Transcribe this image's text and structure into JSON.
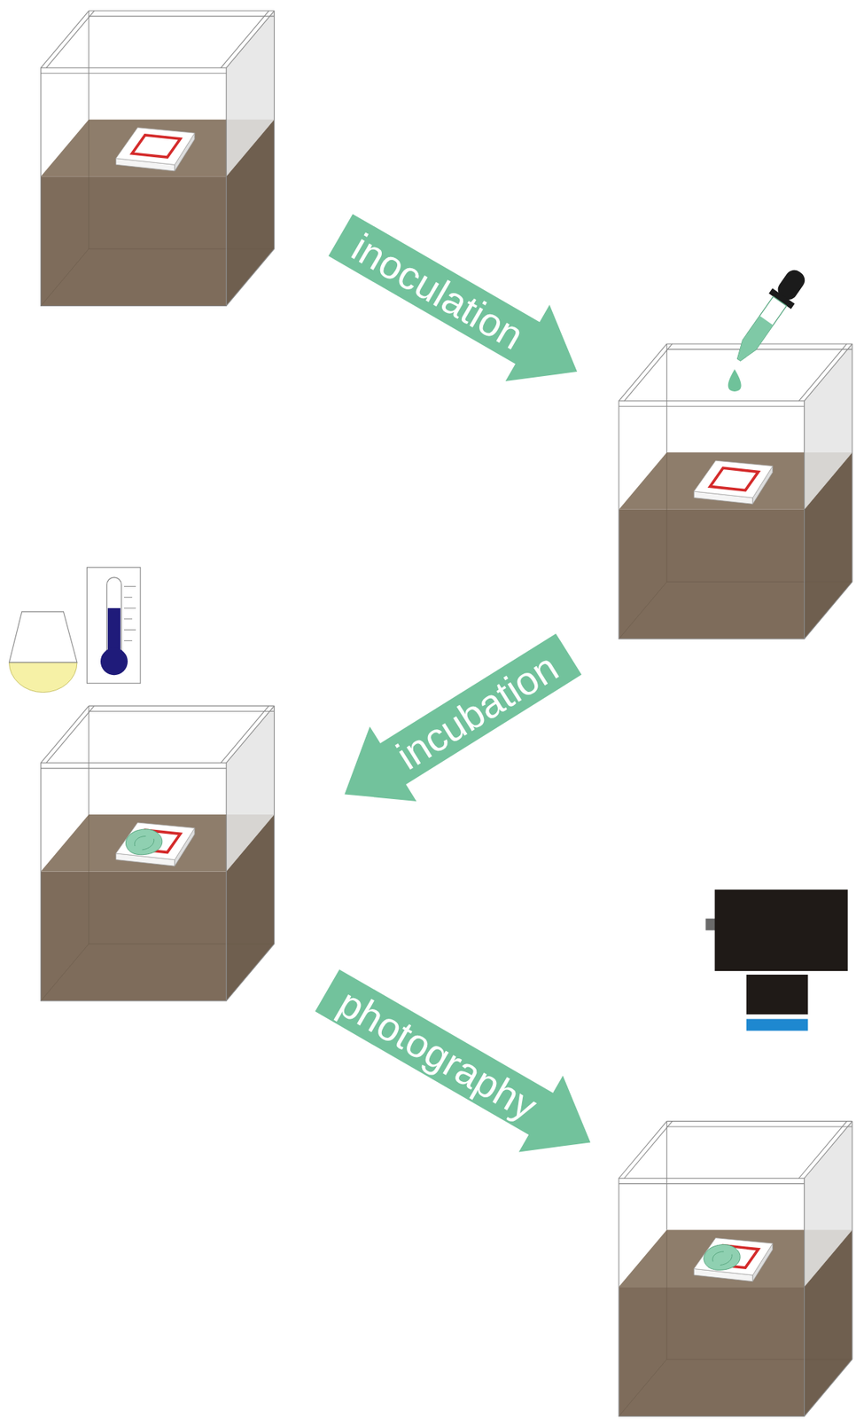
{
  "diagram": {
    "nodes": [
      {
        "text": [
          "inoculation"
        ]
      },
      {
        "text": [
          "incubation"
        ]
      },
      {
        "text": [
          "photography"
        ]
      }
    ]
  }
}
